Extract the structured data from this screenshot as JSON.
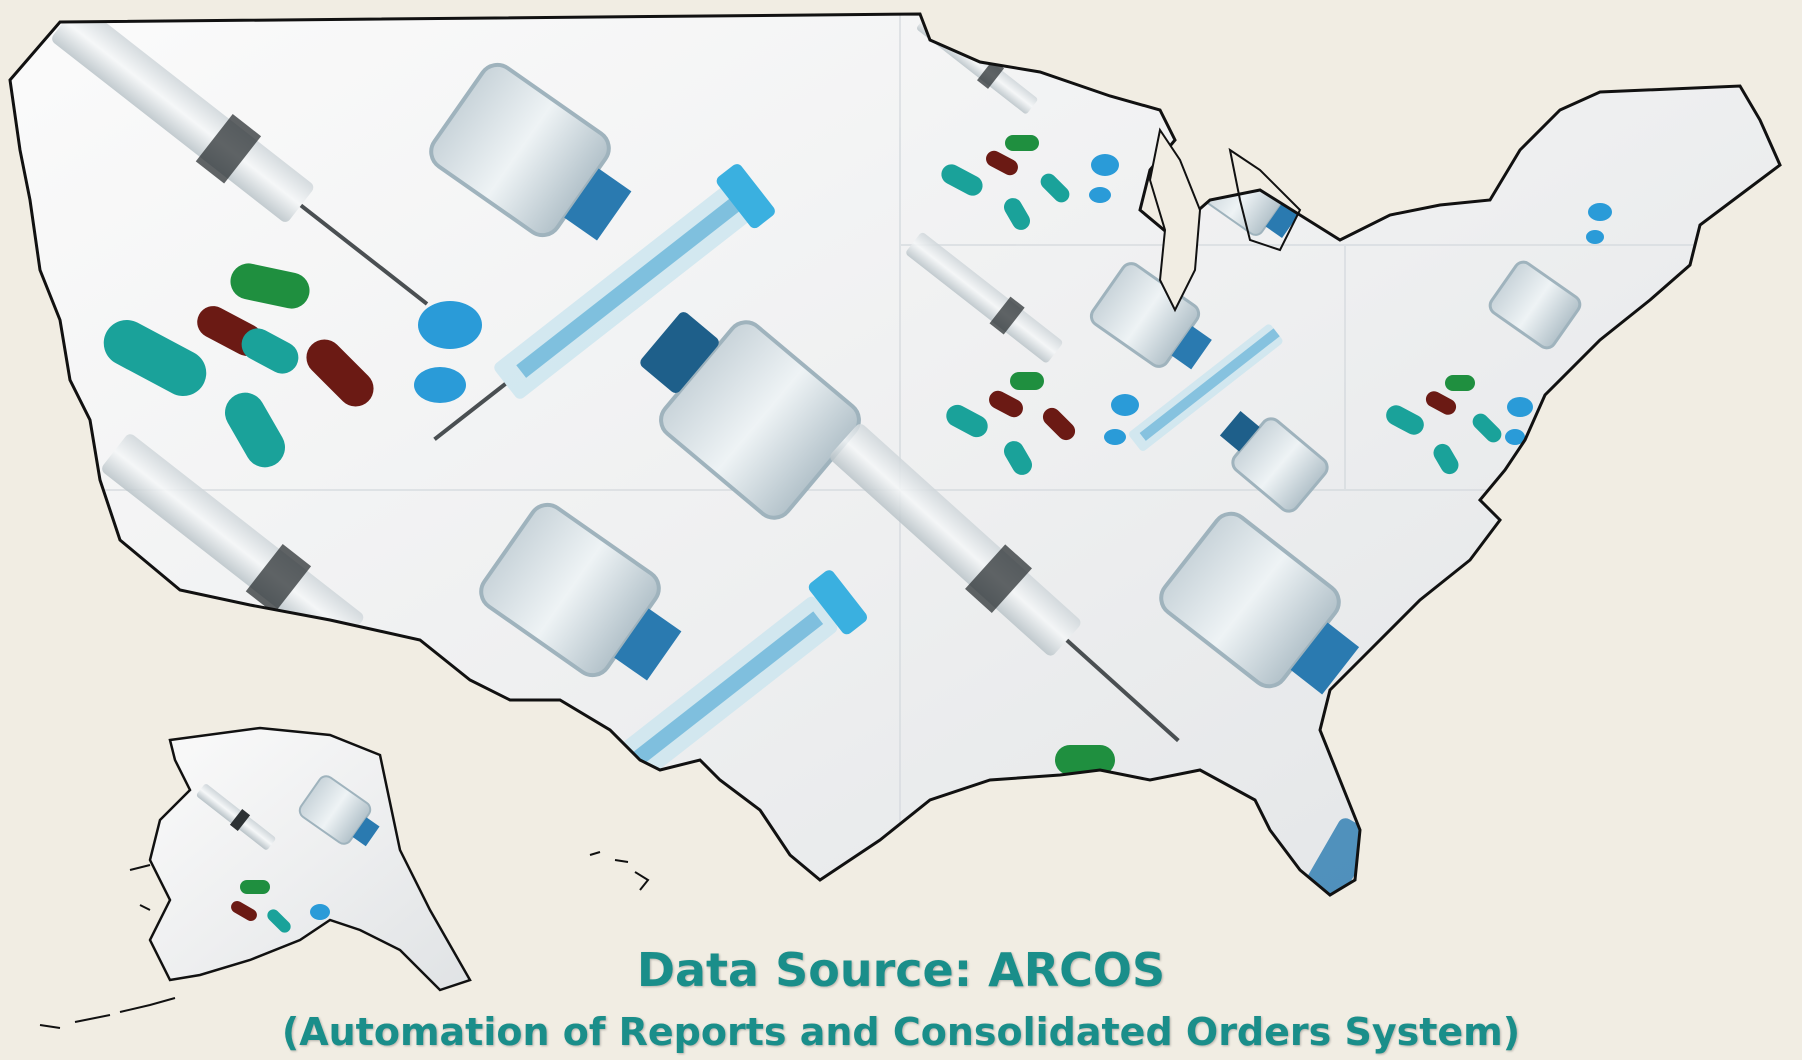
{
  "heading": {
    "title": "Data Source: ARCOS",
    "subtitle": "(Automation of Reports and Consolidated Orders System)"
  },
  "colors": {
    "background": "#f1ede3",
    "title_text": "#1a8e8a",
    "map_fill": "#ecedee",
    "map_outline": "#111111",
    "pill_teal": "#1aa29a",
    "pill_green": "#1f8f3f",
    "pill_dark_red": "#6b1a14",
    "tablet_blue": "#2a9bd8",
    "vial_blue": "#2a7ab0"
  },
  "map": {
    "subject": "us-map-with-medical-imagery",
    "icons": [
      "syringe-icon",
      "pill-icon",
      "vial-icon",
      "tablet-icon"
    ]
  }
}
